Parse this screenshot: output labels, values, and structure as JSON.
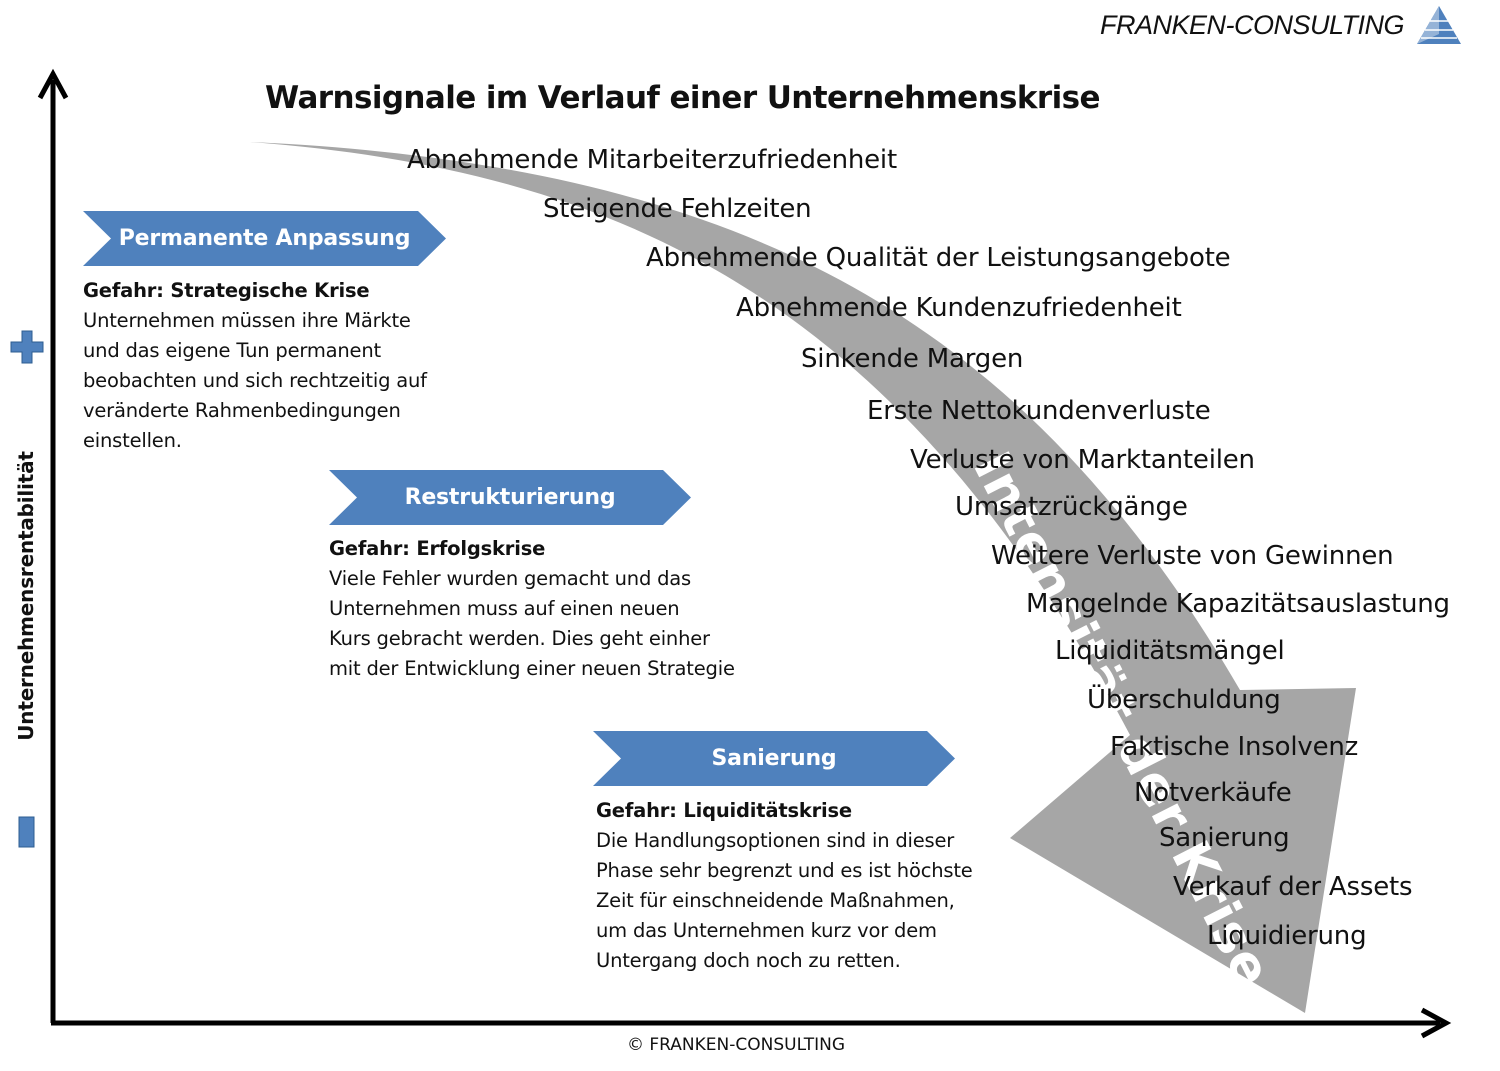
{
  "brand": {
    "name": "FRANKEN-CONSULTING",
    "logo_icon": "pyramid-icon"
  },
  "title": "Warnsignale im Verlauf einer Unternehmenskrise",
  "y_axis": {
    "label": "Unternehmensrentabilität",
    "plus_icon": "plus-icon",
    "minus_icon": "minus-icon"
  },
  "arrow": {
    "label": "Intensität der Krise",
    "color": "#a6a6a6"
  },
  "signals": [
    "Abnehmende  Mitarbeiterzufriedenheit",
    "Steigende  Fehlzeiten",
    "Abnehmende  Qualität der Leistungsangebote",
    "Abnehmende  Kundenzufriedenheit",
    "Sinkende Margen",
    "Erste Nettokundenverluste",
    "Verluste von Marktanteilen",
    "Umsatzrückgänge",
    "Weitere Verluste von Gewinnen",
    "Mangelnde Kapazitätsauslastung",
    "Liquiditätsmängel",
    "Überschuldung",
    "Faktische Insolvenz",
    "Notverkäufe",
    "Sanierung",
    "Verkauf der Assets",
    "Liquidierung"
  ],
  "phases": [
    {
      "banner": "Permanente Anpassung",
      "danger": "Gefahr: Strategische Krise",
      "lines": [
        "Unternehmen müssen ihre Märkte",
        "und das eigene Tun permanent",
        "beobachten und sich rechtzeitig auf",
        "veränderte Rahmenbedingungen",
        "einstellen."
      ]
    },
    {
      "banner": "Restrukturierung",
      "danger": "Gefahr: Erfolgskrise",
      "lines": [
        "Viele Fehler wurden gemacht und das",
        "Unternehmen muss auf einen neuen",
        "Kurs gebracht werden. Dies geht einher",
        "mit der Entwicklung einer neuen Strategie"
      ]
    },
    {
      "banner": "Sanierung",
      "danger": "Gefahr: Liquiditätskrise",
      "lines": [
        "Die Handlungsoptionen sind in dieser",
        "Phase sehr begrenzt und es ist höchste",
        "Zeit für einschneidende Maßnahmen,",
        "um das Unternehmen kurz vor dem",
        "Untergang doch noch zu retten."
      ]
    }
  ],
  "colors": {
    "banner": "#4f81bd",
    "axis_marker": "#4f81bd"
  },
  "copyright": "© FRANKEN-CONSULTING"
}
